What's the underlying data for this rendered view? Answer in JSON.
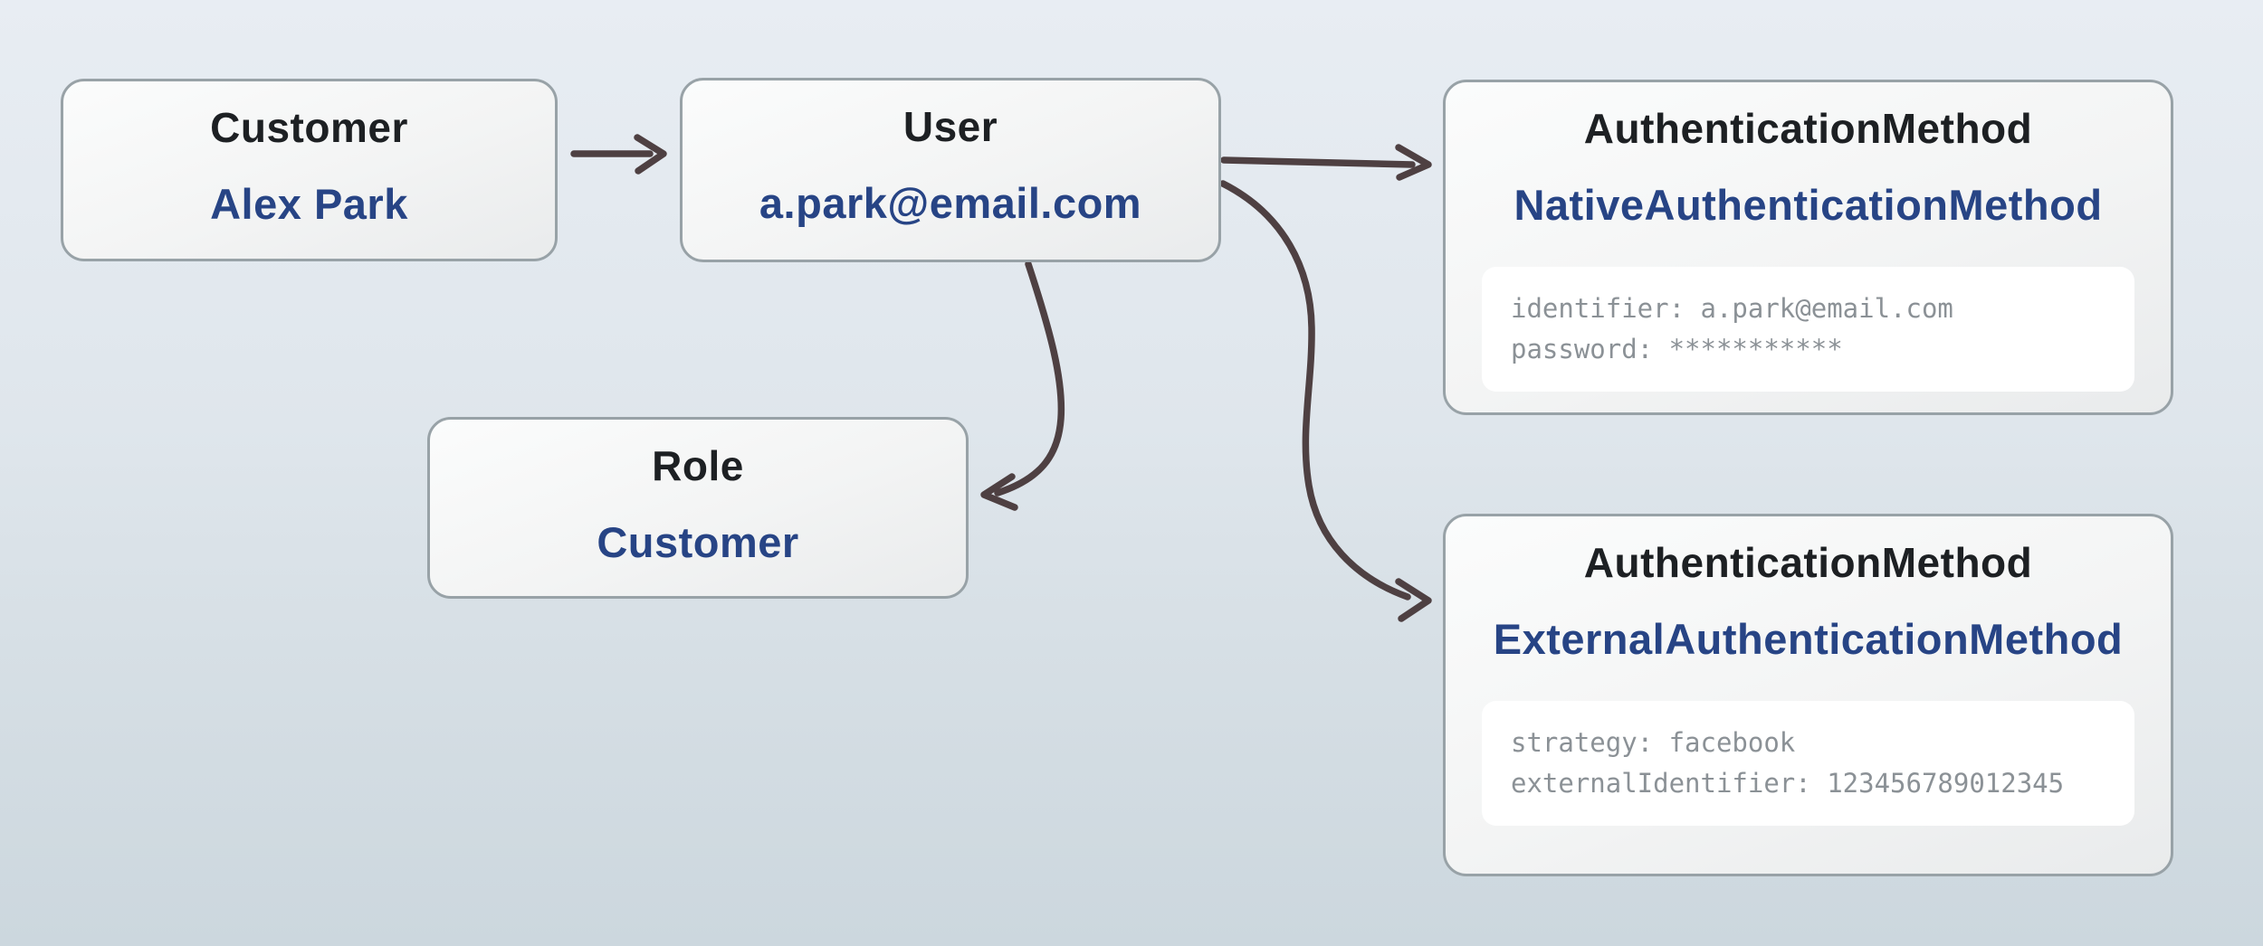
{
  "colors": {
    "bg-top": "#e8edf3",
    "bg-bottom": "#ccd7de",
    "node-border": "#98a2a7",
    "node-fill-top": "#fbfcfc",
    "node-fill-bottom": "#e9ebec",
    "title-color": "#1d2023",
    "accent": "#274485",
    "attr-text": "#8b9196",
    "attr-bg": "#ffffff",
    "arrow": "#4e4042"
  },
  "nodes": {
    "customer": {
      "title": "Customer",
      "value": "Alex Park"
    },
    "user": {
      "title": "User",
      "value": "a.park@email.com"
    },
    "native_auth": {
      "title": "AuthenticationMethod",
      "value": "NativeAuthenticationMethod",
      "attrs": {
        "identifier": "identifier: a.park@email.com",
        "password": "password: ***********"
      }
    },
    "role": {
      "title": "Role",
      "value": "Customer"
    },
    "external_auth": {
      "title": "AuthenticationMethod",
      "value": "ExternalAuthenticationMethod",
      "attrs": {
        "strategy": "strategy: facebook",
        "external_identifier": "externalIdentifier: 123456789012345"
      }
    }
  },
  "edges": [
    {
      "from": "customer",
      "to": "user"
    },
    {
      "from": "user",
      "to": "native_auth"
    },
    {
      "from": "user",
      "to": "role"
    },
    {
      "from": "user",
      "to": "external_auth"
    }
  ]
}
